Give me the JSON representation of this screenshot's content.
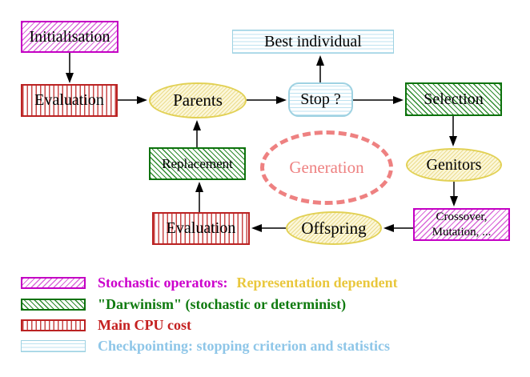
{
  "nodes": {
    "initialisation": "Initialisation",
    "evaluation_top": "Evaluation",
    "parents": "Parents",
    "best_individual": "Best individual",
    "stop": "Stop ?",
    "selection": "Selection",
    "replacement": "Replacement",
    "generation": "Generation",
    "genitors": "Genitors",
    "evaluation_bottom": "Evaluation",
    "offspring": "Offspring",
    "crossover_line1": "Crossover,",
    "crossover_line2": "Mutation, ..."
  },
  "legend": {
    "rows": [
      {
        "label": "Stochastic operators:",
        "label2": "Representation dependent"
      },
      {
        "label": "\"Darwinism\" (stochastic or determinist)"
      },
      {
        "label": "Main CPU cost"
      },
      {
        "label": "Checkpointing: stopping criterion and statistics"
      }
    ]
  },
  "colors": {
    "magenta": "#cc00cc",
    "yellow_gold": "#e9c73c",
    "green": "#0f7a0f",
    "red": "#c42020",
    "light_blue": "#8ec6e8",
    "salmon": "#ee8181",
    "node_text": "#000000",
    "background": "#ffffff"
  }
}
